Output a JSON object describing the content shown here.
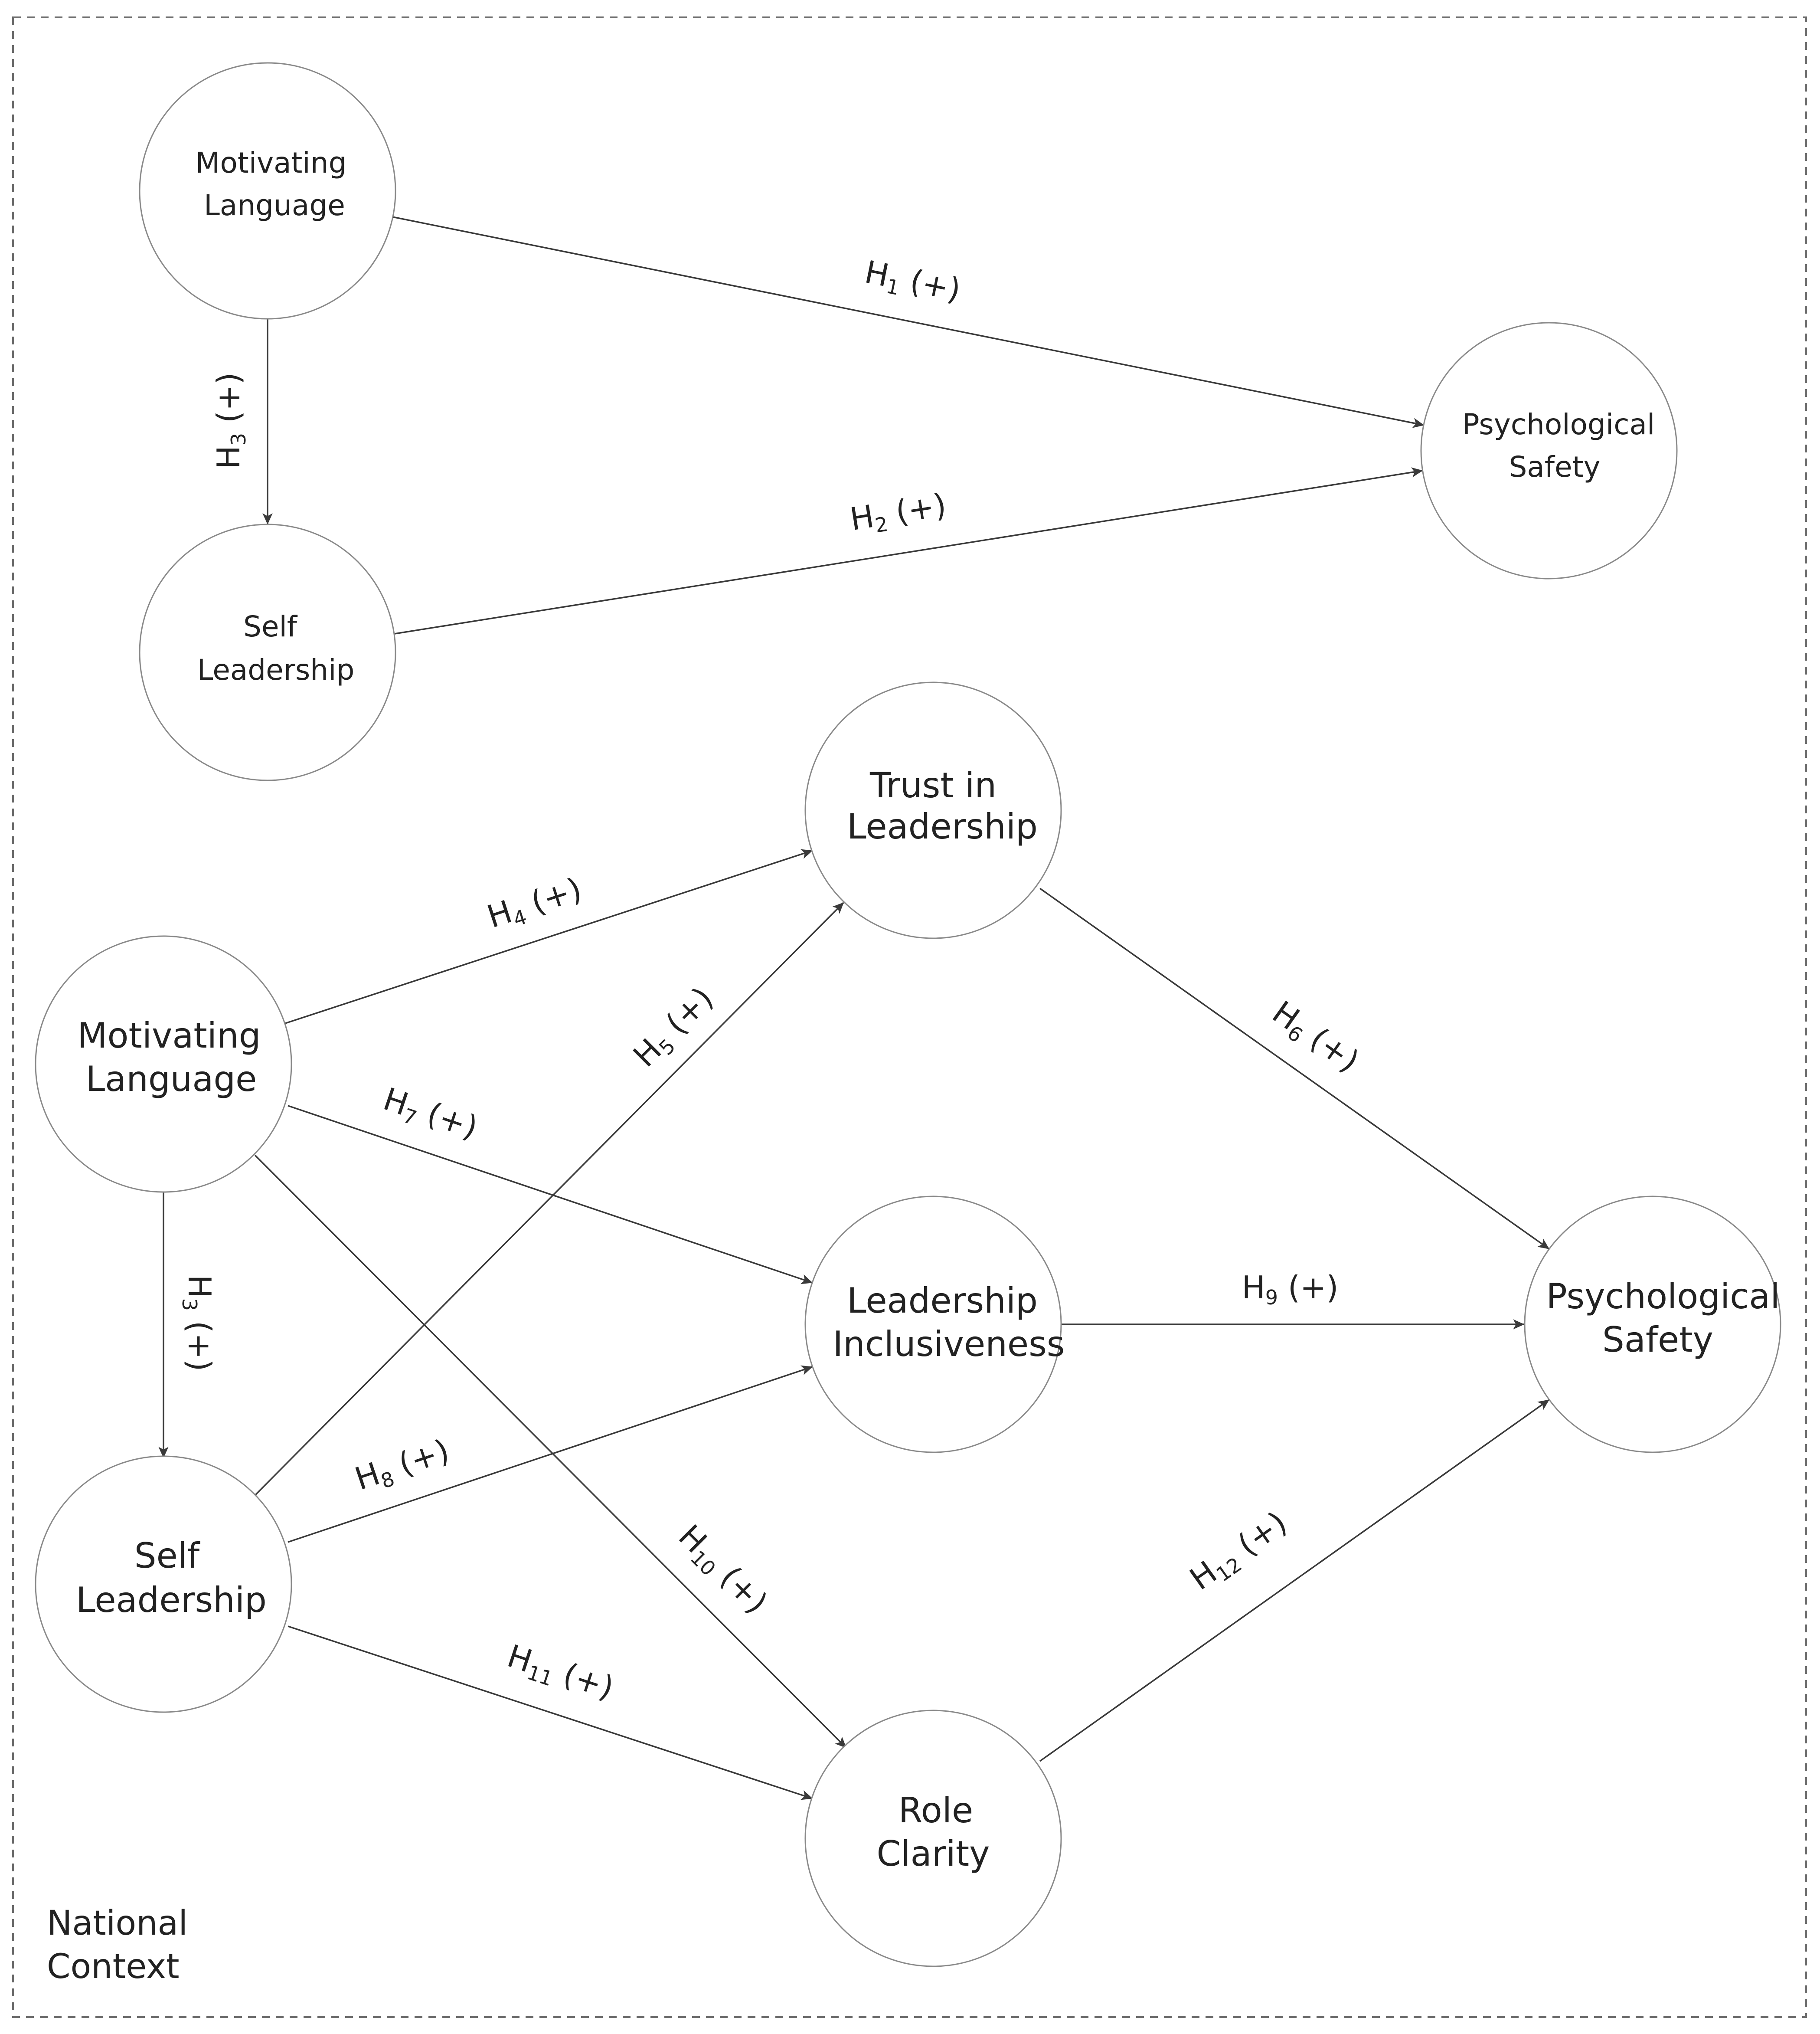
{
  "context": {
    "line1": "National",
    "line2": "Context"
  },
  "nodes": {
    "top_ml": {
      "line1": "Motivating",
      "line2": "Language"
    },
    "top_sl": {
      "line1": "Self",
      "line2": "Leadership"
    },
    "top_ps": {
      "line1": "Psychological",
      "line2": "Safety"
    },
    "ml": {
      "line1": "Motivating",
      "line2": "Language"
    },
    "sl": {
      "line1": "Self",
      "line2": "Leadership"
    },
    "trust": {
      "line1": "Trust in",
      "line2": "Leadership"
    },
    "incl": {
      "line1": "Leadership",
      "line2": "Inclusiveness"
    },
    "role": {
      "line1": "Role",
      "line2": "Clarity"
    },
    "ps": {
      "line1": "Psychological",
      "line2": "Safety"
    }
  },
  "hypotheses": {
    "h1": {
      "letter": "H",
      "num": "1",
      "sign": " (+)"
    },
    "h2": {
      "letter": "H",
      "num": "2",
      "sign": " (+)"
    },
    "h3_top": {
      "letter": "H",
      "num": "3",
      "sign": " (+)"
    },
    "h3_bottom": {
      "letter": "H",
      "num": "3",
      "sign": " (+)"
    },
    "h4": {
      "letter": "H",
      "num": "4",
      "sign": " (+)"
    },
    "h5": {
      "letter": "H",
      "num": "5",
      "sign": " (+)"
    },
    "h6": {
      "letter": "H",
      "num": "6",
      "sign": " (+)"
    },
    "h7": {
      "letter": "H",
      "num": "7",
      "sign": " (+)"
    },
    "h8": {
      "letter": "H",
      "num": "8",
      "sign": " (+)"
    },
    "h9": {
      "letter": "H",
      "num": "9",
      "sign": " (+)"
    },
    "h10": {
      "letter": "H",
      "num": "10",
      "sign": " (+)"
    },
    "h11": {
      "letter": "H",
      "num": "11",
      "sign": " (+)"
    },
    "h12": {
      "letter": "H",
      "num": "12",
      "sign": " (+)"
    }
  },
  "colors": {
    "stroke": "#3a3a3a",
    "node_border": "#8a8a8a",
    "frame": "#6e6e6e"
  }
}
